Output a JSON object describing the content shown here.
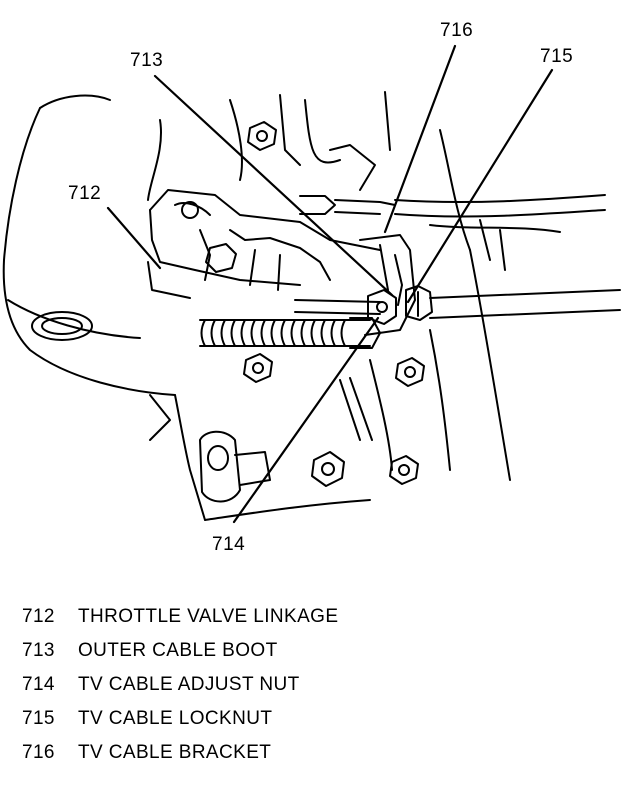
{
  "callouts": [
    {
      "id": "712",
      "label": "712"
    },
    {
      "id": "713",
      "label": "713"
    },
    {
      "id": "714",
      "label": "714"
    },
    {
      "id": "715",
      "label": "715"
    },
    {
      "id": "716",
      "label": "716"
    }
  ],
  "legend": [
    {
      "num": "712",
      "desc": "THROTTLE VALVE LINKAGE"
    },
    {
      "num": "713",
      "desc": "OUTER CABLE BOOT"
    },
    {
      "num": "714",
      "desc": "TV CABLE ADJUST NUT"
    },
    {
      "num": "715",
      "desc": "TV CABLE LOCKNUT"
    },
    {
      "num": "716",
      "desc": "TV CABLE BRACKET"
    }
  ]
}
